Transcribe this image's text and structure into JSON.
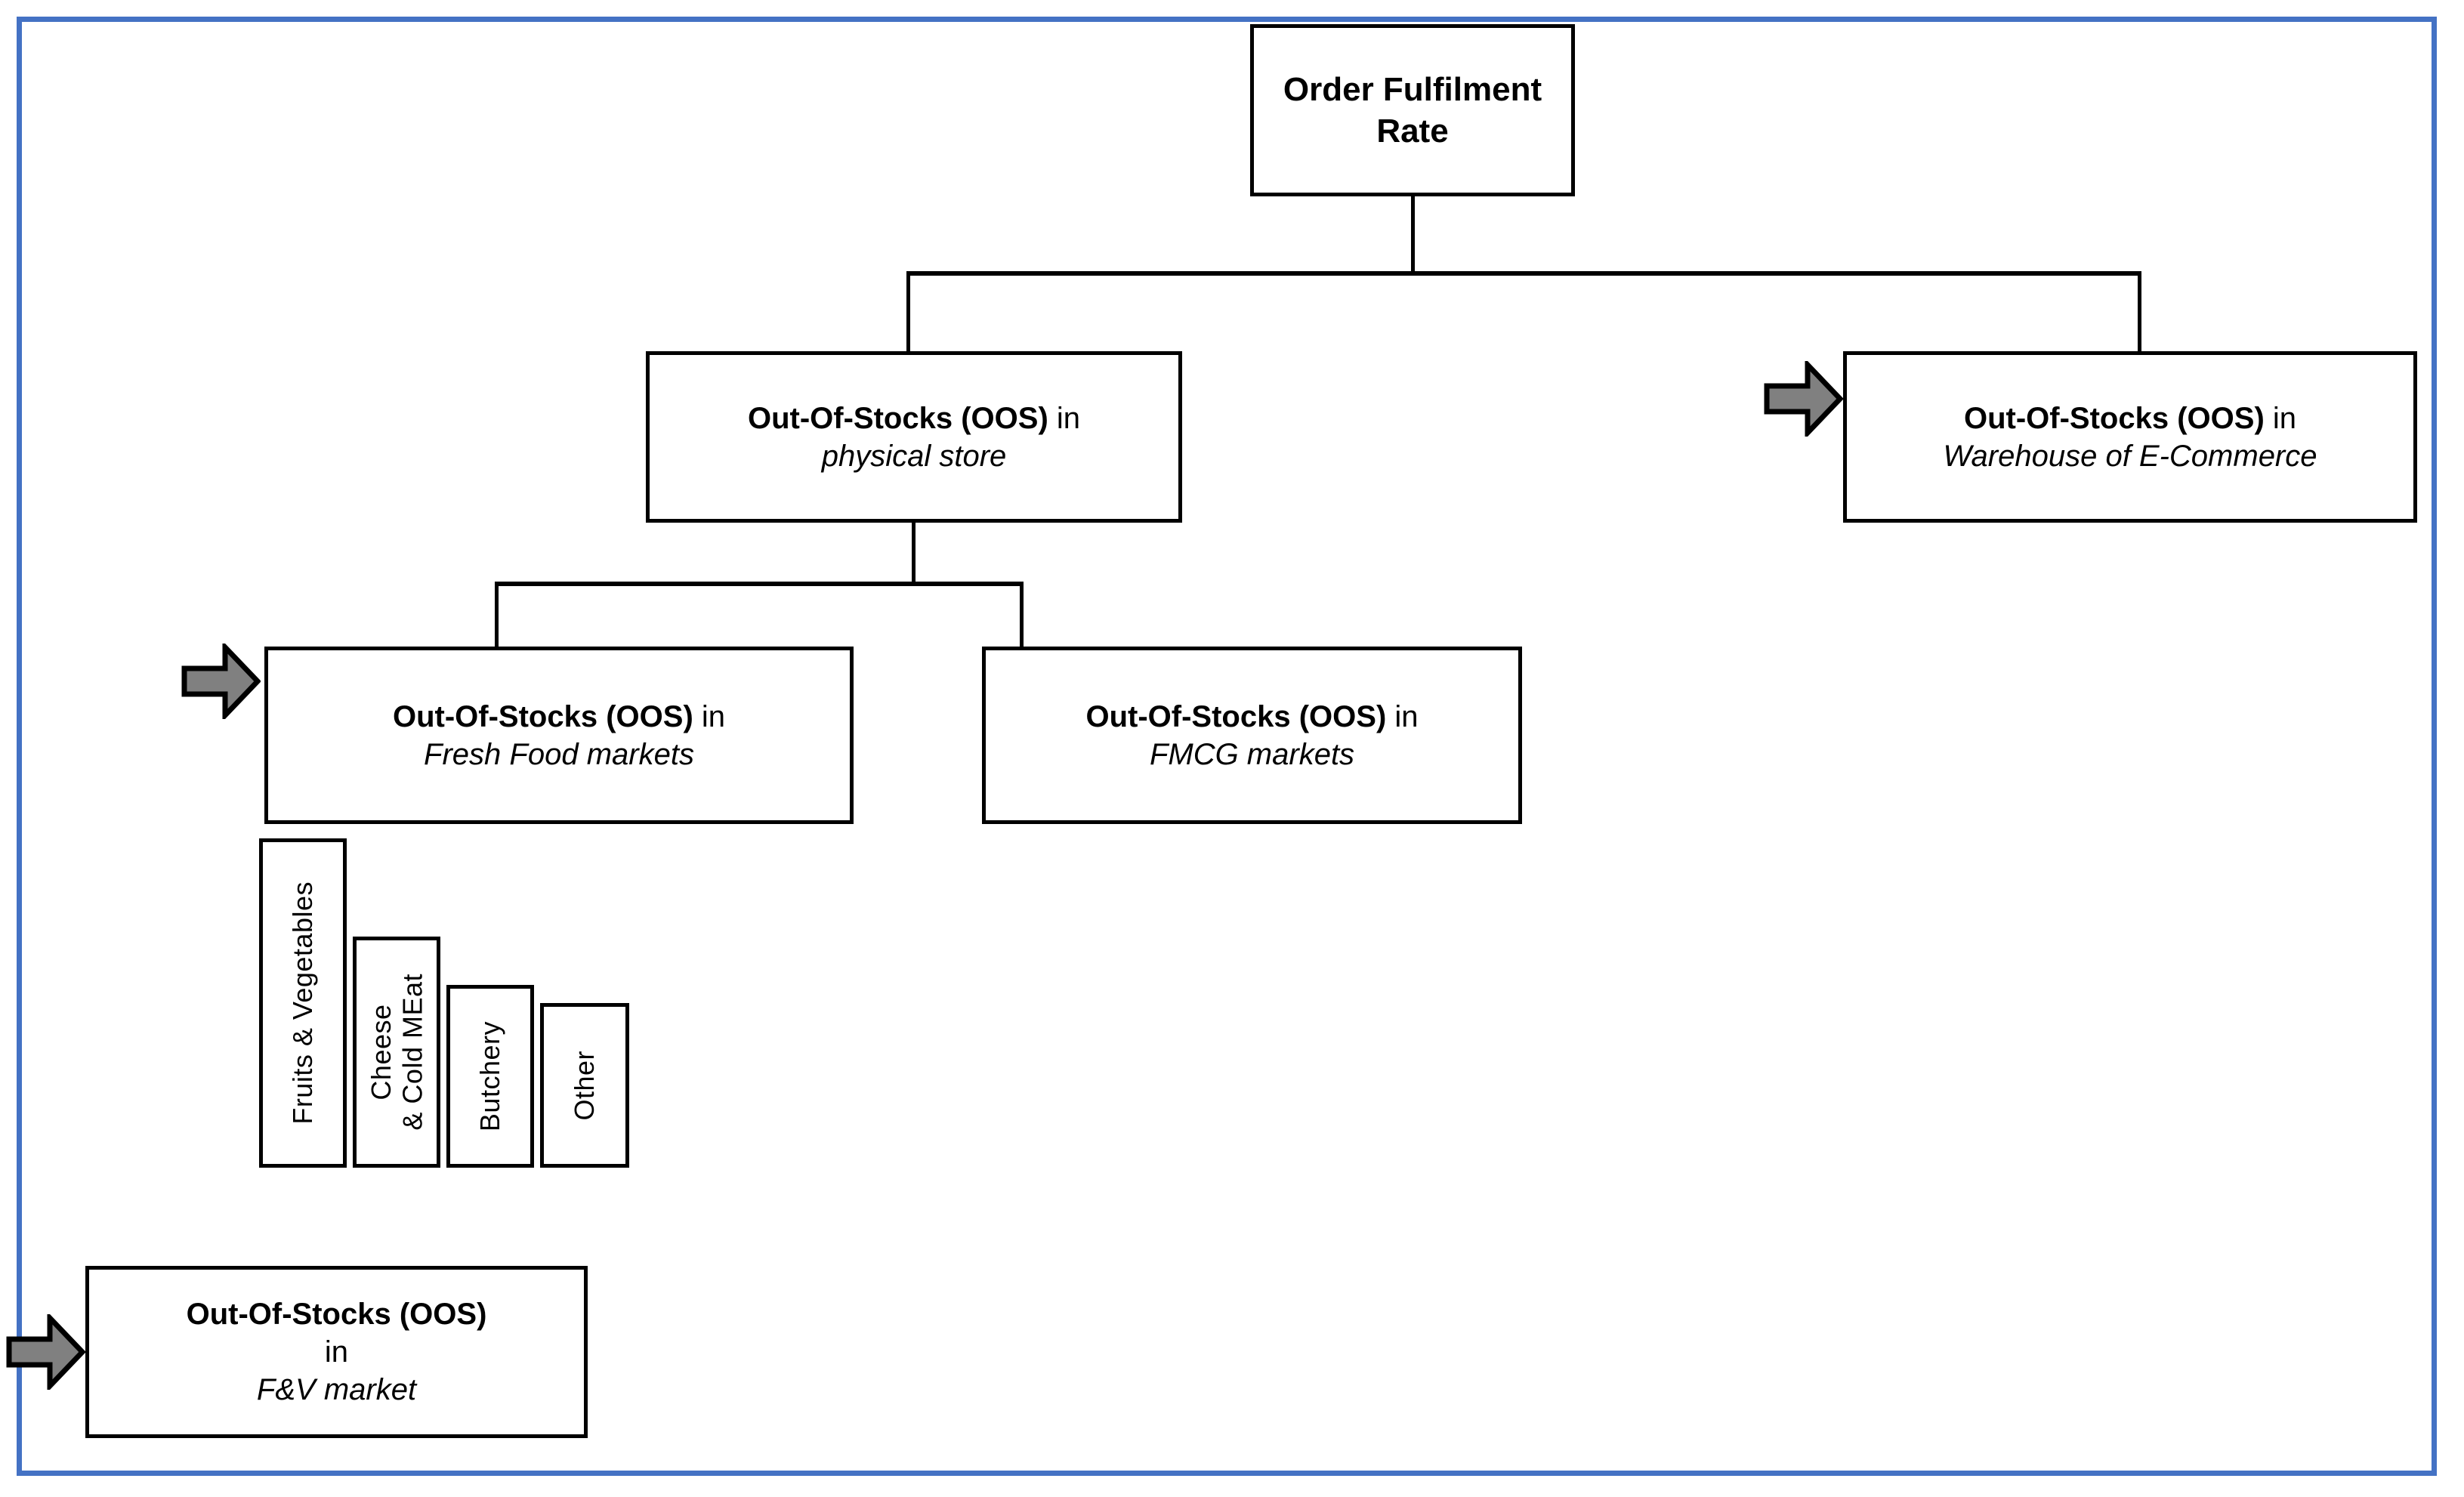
{
  "page": {
    "title": "Order Fulfilment Rate",
    "frame_color": "#4472C4",
    "box_border_color": "#000000",
    "arrow_fill_color": "#808080",
    "arrow_outline_color": "#000000",
    "background_color": "#FFFFFF"
  },
  "nodes": {
    "root": {
      "line1": "Order Fulfilment",
      "line2": "Rate"
    },
    "physical_store": {
      "bold": "Out-Of-Stocks (OOS)",
      "plain": " in",
      "italic": "physical store"
    },
    "ecommerce_warehouse": {
      "bold": "Out-Of-Stocks (OOS)",
      "plain": " in",
      "italic": "Warehouse of E-Commerce"
    },
    "fresh_food": {
      "bold": "Out-Of-Stocks (OOS)",
      "plain": " in",
      "italic": "Fresh Food markets"
    },
    "fmcg": {
      "bold": "Out-Of-Stocks (OOS)",
      "plain": " in",
      "italic": "FMCG markets"
    },
    "fv_market": {
      "bold": "Out-Of-Stocks (OOS)",
      "plain": "in",
      "italic": "F&V market"
    }
  },
  "chart_data": {
    "type": "bar",
    "title": "",
    "xlabel": "",
    "ylabel": "",
    "categories": [
      "Fruits & Vegetables",
      "Cheese\n& Cold MEat",
      "Butchery",
      "Other"
    ],
    "values": [
      435,
      305,
      242,
      218
    ],
    "ylim": [
      0,
      435
    ],
    "grid": false,
    "legend": "none",
    "note": "Descending bar ranking of Fresh Food sub-categories; bar heights read off pixel extents, no numeric axis shown."
  },
  "arrows": [
    {
      "name": "arrow-ecommerce-warehouse",
      "target": "ecommerce_warehouse"
    },
    {
      "name": "arrow-fresh-food",
      "target": "fresh_food"
    },
    {
      "name": "arrow-fv-market",
      "target": "fv_market"
    }
  ]
}
